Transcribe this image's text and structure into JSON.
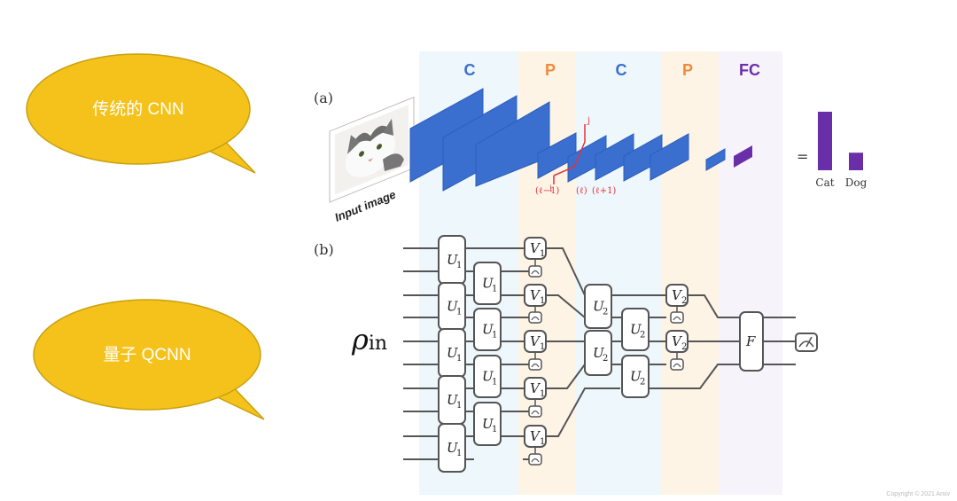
{
  "bubbles": [
    {
      "label": "传统的 CNN"
    },
    {
      "label": "量子 QCNN"
    }
  ],
  "columns": [
    {
      "label": "C",
      "color": "#3a6fd0"
    },
    {
      "label": "P",
      "color": "#f08a3a"
    },
    {
      "label": "C",
      "color": "#3a6fd0"
    },
    {
      "label": "P",
      "color": "#f08a3a"
    },
    {
      "label": "FC",
      "color": "#6a2fa8"
    }
  ],
  "panel_a": {
    "label": "(a)",
    "input_caption": "Input image",
    "layer_labels": [
      "(ℓ−1)",
      "(ℓ)",
      "(ℓ+1)"
    ],
    "index_i": "i",
    "index_j": "j",
    "equals": "=",
    "bar_labels": [
      "Cat",
      "Dog"
    ],
    "bar_values": [
      1.0,
      0.3
    ],
    "bar_color": "#6a2fa8",
    "layer_color": "#3a6fd0"
  },
  "panel_b": {
    "label": "(b)",
    "input_symbol": "ρ",
    "input_sub": "in",
    "gate_u1": "U",
    "gate_u1_sub": "1",
    "gate_v1": "V",
    "gate_v1_sub": "1",
    "gate_u2": "U",
    "gate_u2_sub": "2",
    "gate_v2": "V",
    "gate_v2_sub": "2",
    "gate_f": "F"
  },
  "copyright": "Copyright © 2021 Arxiv"
}
